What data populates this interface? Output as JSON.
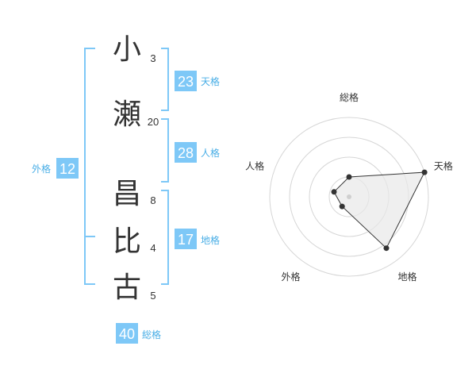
{
  "name": {
    "surname": [
      {
        "char": "小",
        "strokes": "3"
      },
      {
        "char": "瀬",
        "strokes": "20"
      }
    ],
    "given": [
      {
        "char": "昌",
        "strokes": "8"
      },
      {
        "char": "比",
        "strokes": "4"
      },
      {
        "char": "古",
        "strokes": "5"
      }
    ]
  },
  "fortunes": {
    "tenkaku": {
      "label": "天格",
      "value": "23"
    },
    "jinkaku": {
      "label": "人格",
      "value": "28"
    },
    "chikaku": {
      "label": "地格",
      "value": "17"
    },
    "gaikaku": {
      "label": "外格",
      "value": "12"
    },
    "soukaku": {
      "label": "総格",
      "value": "40"
    }
  },
  "colors": {
    "accent": "#7ec8f7",
    "accent_text": "#49aee6",
    "text": "#333333",
    "ring": "#d6d6d6"
  },
  "chart_data": {
    "type": "radar",
    "axes": [
      "総格",
      "天格",
      "地格",
      "外格",
      "人格"
    ],
    "values": [
      0.25,
      1.0,
      0.8,
      0.15,
      0.2
    ],
    "range": [
      0,
      1
    ],
    "rings": 4
  }
}
